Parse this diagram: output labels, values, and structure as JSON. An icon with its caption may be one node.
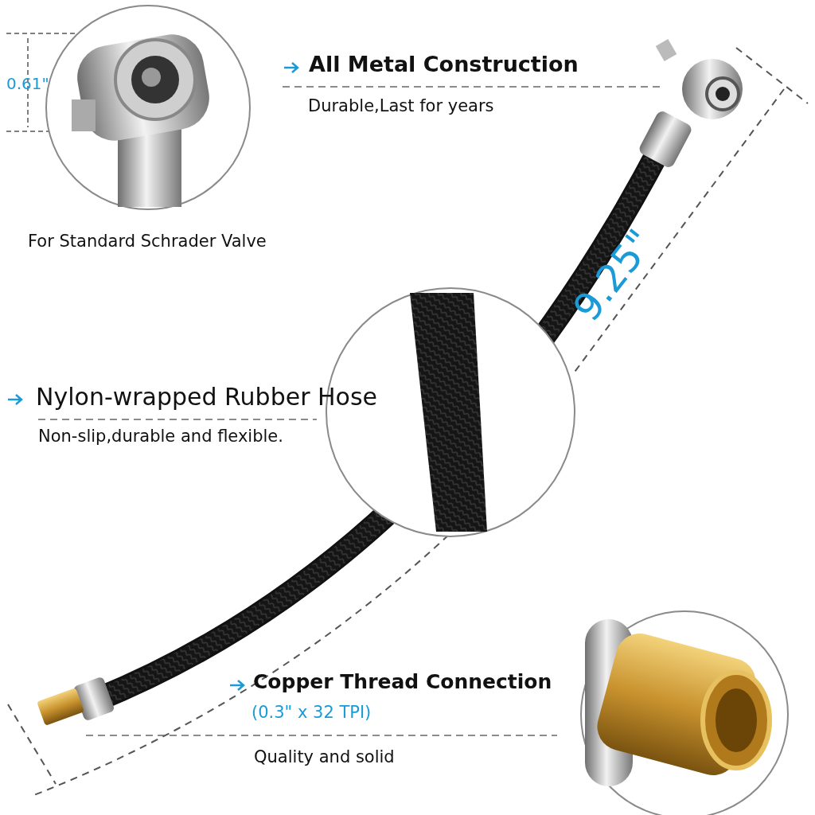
{
  "diagram": {
    "labels": [
      "All Metal Construction",
      "0.61\"",
      "Durable,Last for years",
      "For Standard Schrader Valve",
      "9.25\"",
      "Nylon-wrapped Rubber Hose",
      "Non-slip,durable and flexible.",
      "Copper Thread Connection",
      "(0.3\" x 32 TPI)",
      "Quality and solid"
    ]
  }
}
